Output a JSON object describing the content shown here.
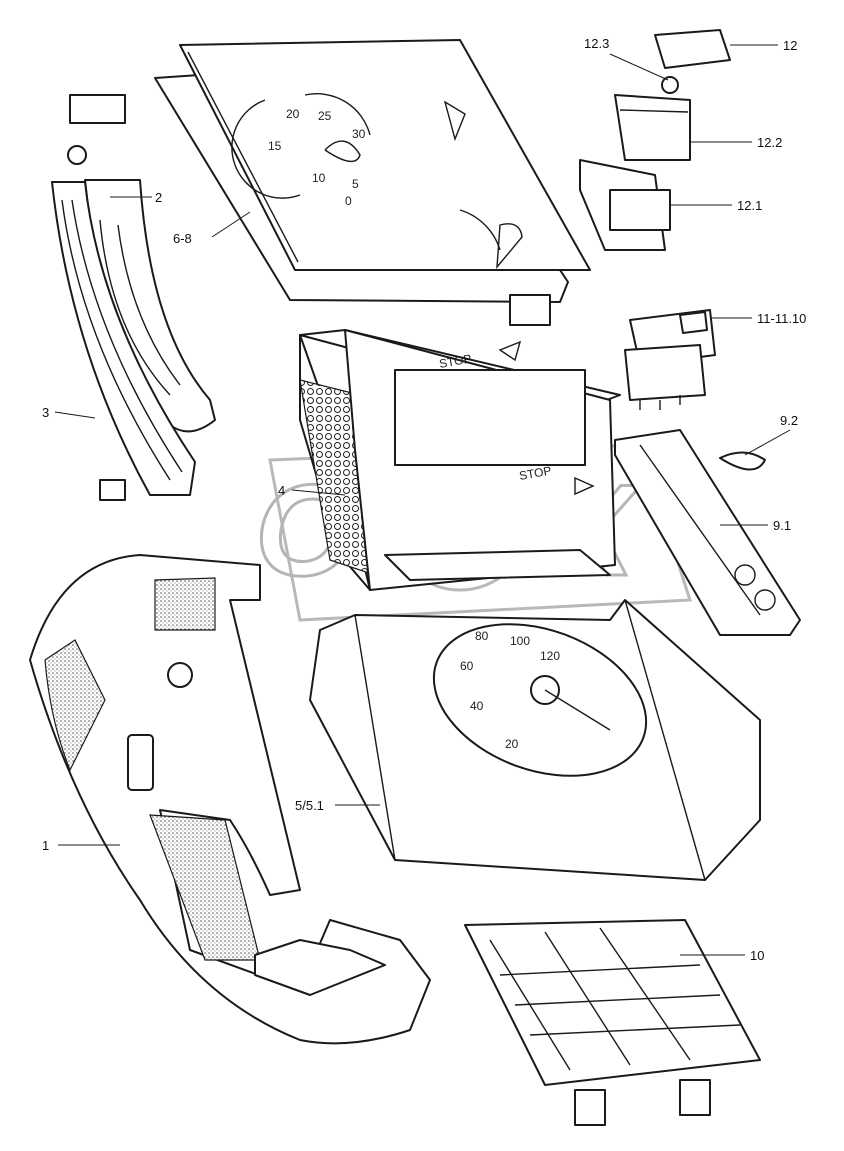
{
  "watermark": {
    "text": "OPEX"
  },
  "callouts": [
    {
      "id": "c-12",
      "text": "12"
    },
    {
      "id": "c-12-3",
      "text": "12.3"
    },
    {
      "id": "c-12-2",
      "text": "12.2"
    },
    {
      "id": "c-12-1",
      "text": "12.1"
    },
    {
      "id": "c-2",
      "text": "2"
    },
    {
      "id": "c-6-8",
      "text": "6-8"
    },
    {
      "id": "c-11",
      "text": "11-11.10"
    },
    {
      "id": "c-3",
      "text": "3"
    },
    {
      "id": "c-9-2",
      "text": "9.2"
    },
    {
      "id": "c-9-1",
      "text": "9.1"
    },
    {
      "id": "c-4",
      "text": "4"
    },
    {
      "id": "c-5",
      "text": "5/5.1"
    },
    {
      "id": "c-1",
      "text": "1"
    },
    {
      "id": "c-10",
      "text": "10"
    }
  ],
  "panel_labels": {
    "stop_top": "STOP",
    "stop_bottom": "STOP"
  },
  "tacho_scale": [
    "20",
    "40",
    "60",
    "80",
    "100",
    "120"
  ],
  "gauge_scale": [
    "10",
    "15",
    "20",
    "25",
    "30",
    "0",
    "5"
  ]
}
